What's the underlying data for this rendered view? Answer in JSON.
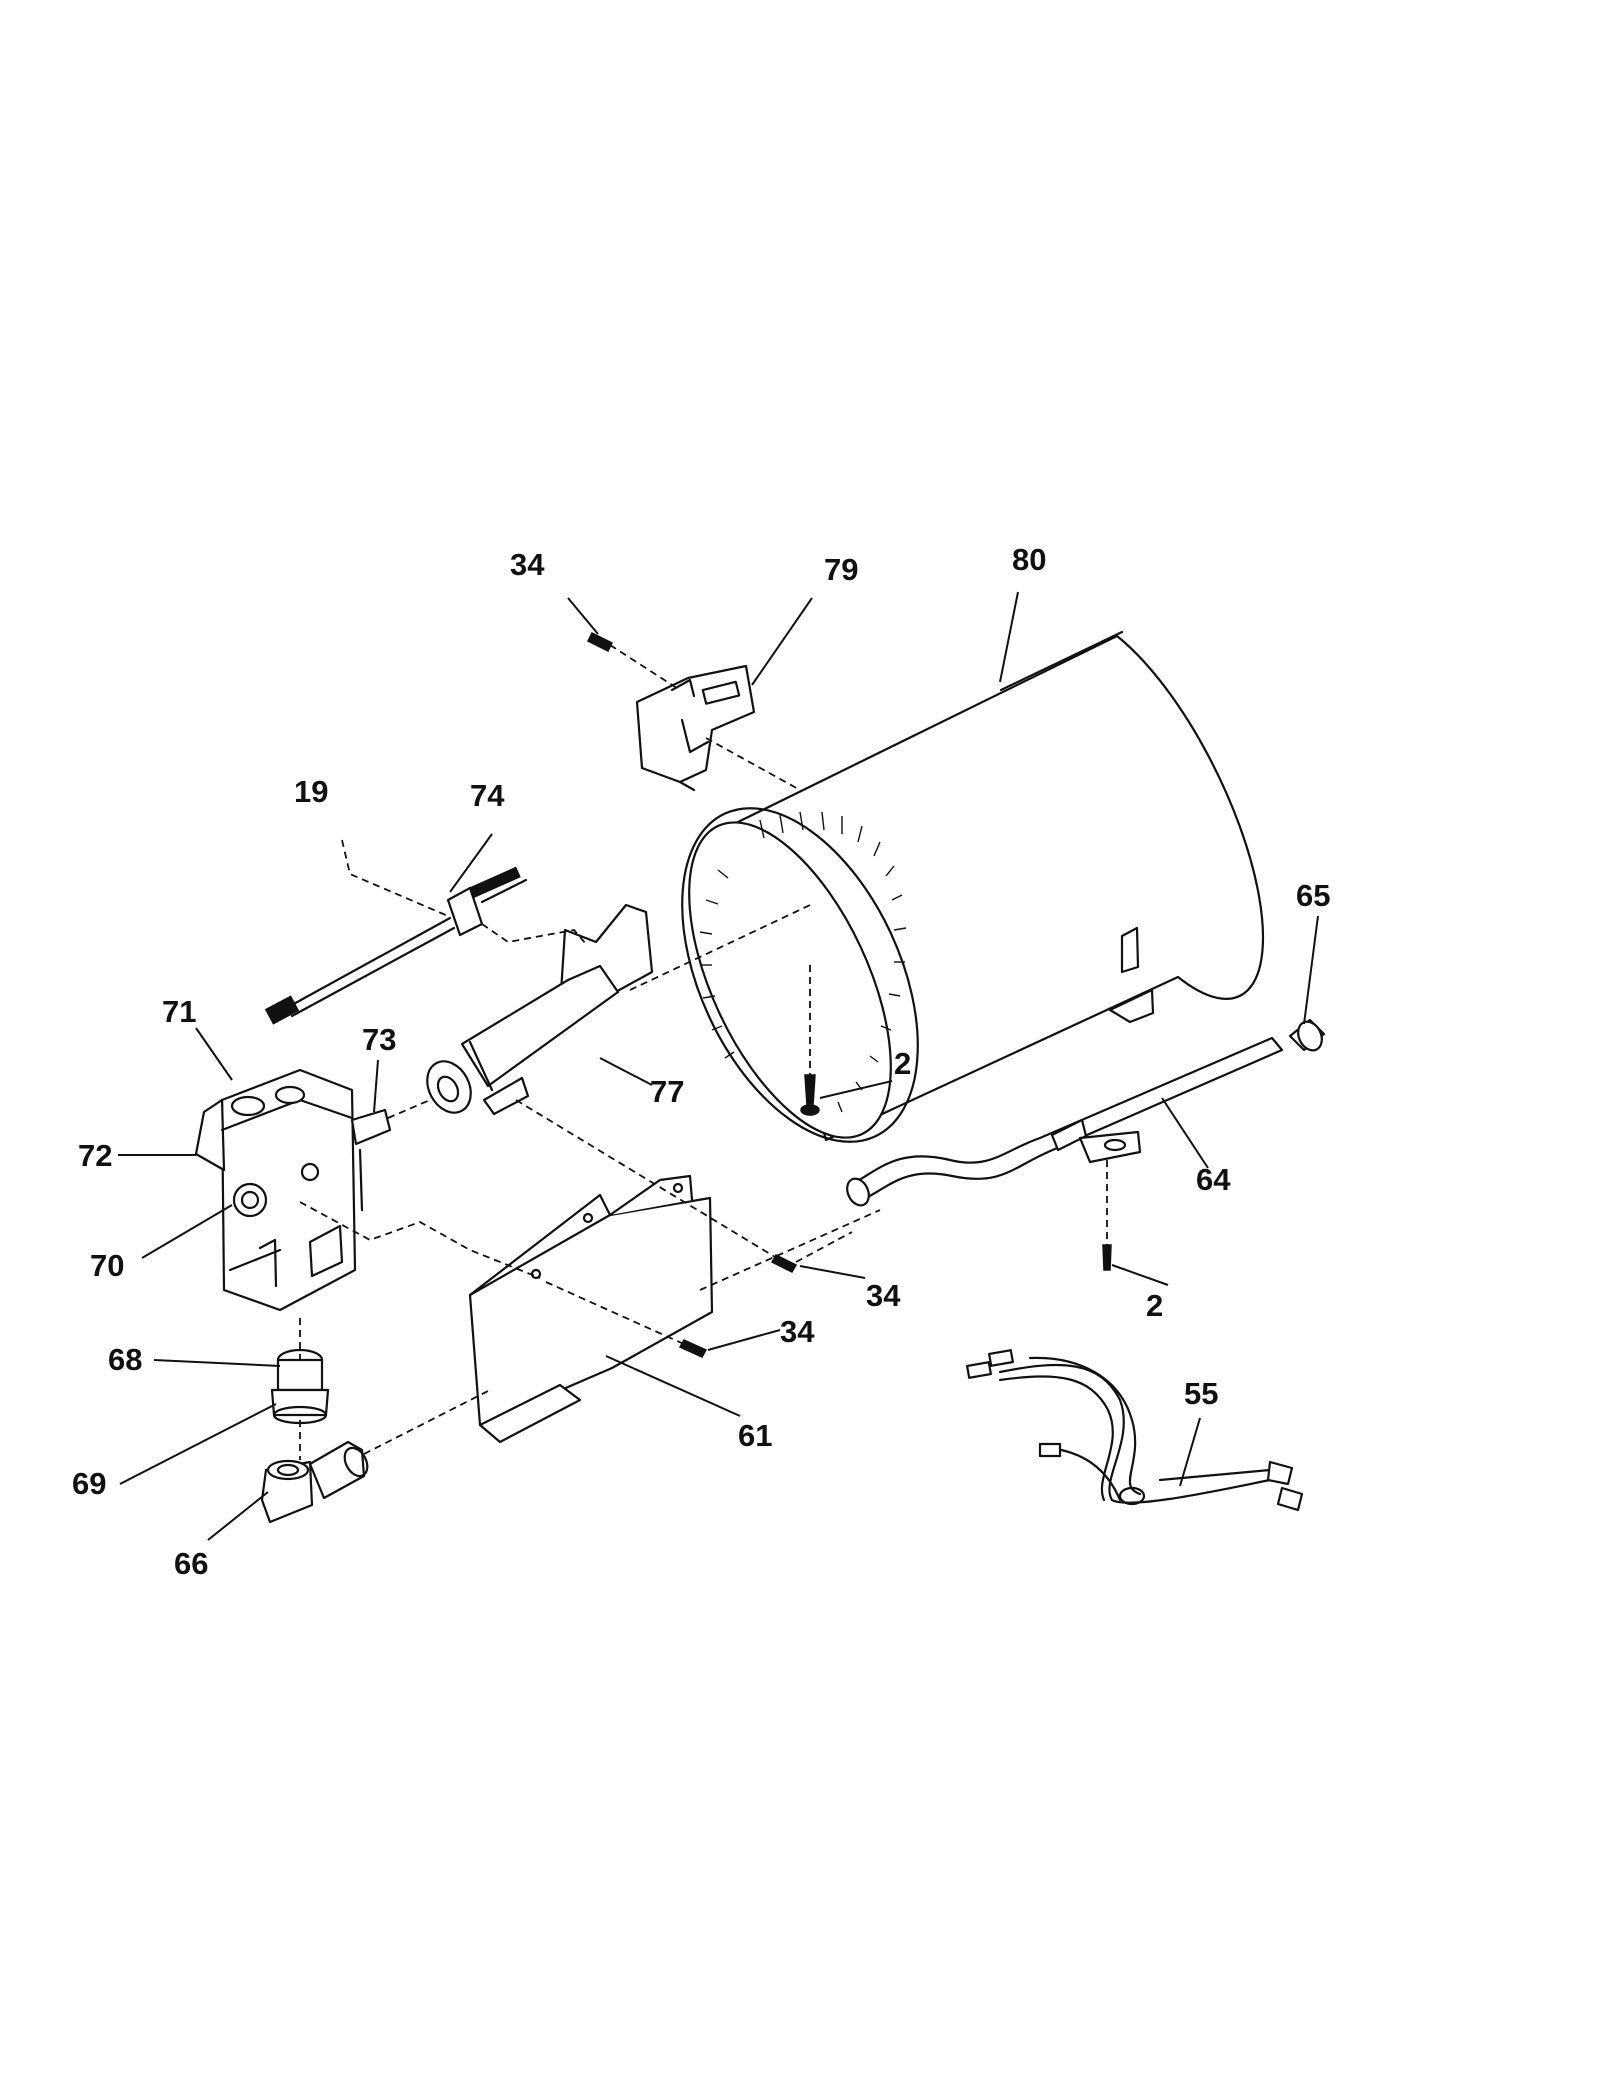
{
  "callouts": {
    "c34_top": "34",
    "c79": "79",
    "c80": "80",
    "c19": "19",
    "c74": "74",
    "c65": "65",
    "c71": "71",
    "c73": "73",
    "c77": "77",
    "c2_burner": "2",
    "c72": "72",
    "c64": "64",
    "c70": "70",
    "c34_mid": "34",
    "c34_low": "34",
    "c2_low": "2",
    "c68": "68",
    "c55": "55",
    "c61": "61",
    "c69": "69",
    "c66": "66"
  }
}
